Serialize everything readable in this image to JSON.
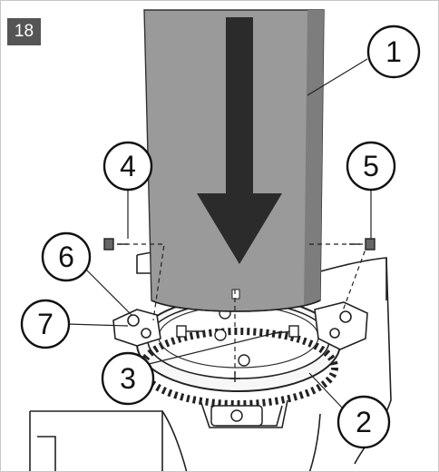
{
  "step_number": "18",
  "callouts": [
    {
      "id": "c1",
      "label": "1"
    },
    {
      "id": "c2",
      "label": "2"
    },
    {
      "id": "c3",
      "label": "3"
    },
    {
      "id": "c4",
      "label": "4"
    },
    {
      "id": "c5",
      "label": "5"
    },
    {
      "id": "c6",
      "label": "6"
    },
    {
      "id": "c7",
      "label": "7"
    }
  ],
  "colors": {
    "tube": "#9a9a9a",
    "tube_shade": "#7d7d7d",
    "arrow": "#2b2b2b",
    "line": "#222222",
    "badge": "#555555"
  },
  "icons": [
    "down-arrow-icon"
  ]
}
